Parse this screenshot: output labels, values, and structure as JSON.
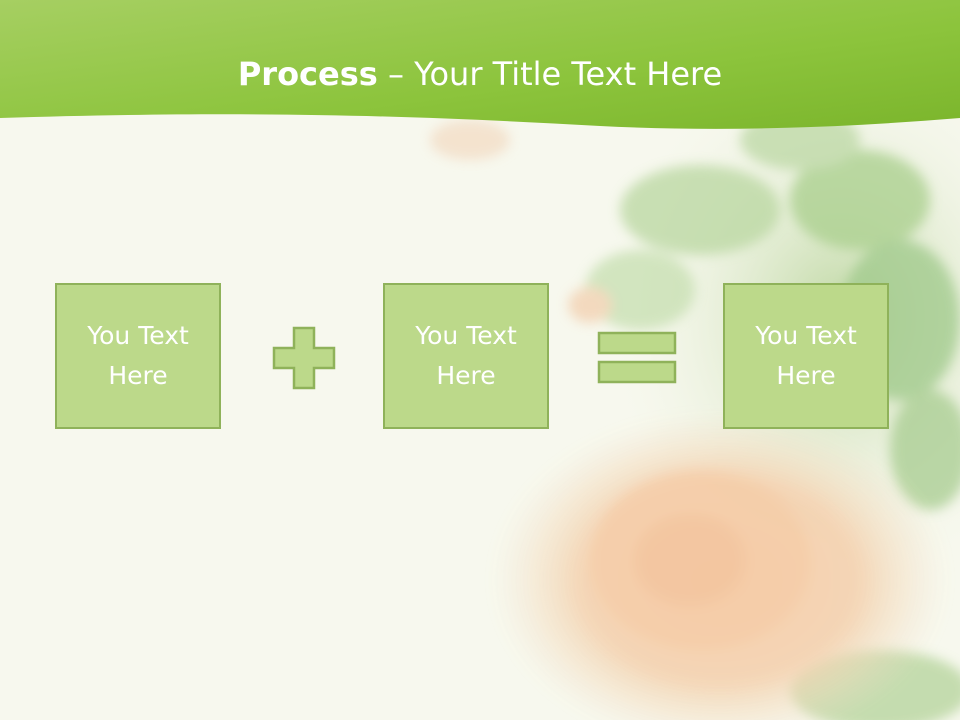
{
  "slide": {
    "title_bold": "Process",
    "title_rest": " – Your Title Text Here"
  },
  "process": {
    "boxes": [
      {
        "label": "You Text\nHere"
      },
      {
        "label": "You Text\nHere"
      },
      {
        "label": "You Text\nHere"
      }
    ],
    "operators": [
      "plus-icon",
      "equals-icon"
    ]
  },
  "colors": {
    "header_green": "#8cc43c",
    "box_fill": "#bcd98a",
    "box_border": "#8fb25a",
    "background": "#f7f8ee"
  }
}
